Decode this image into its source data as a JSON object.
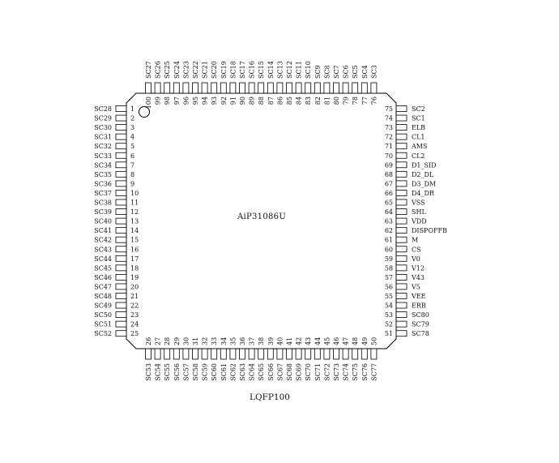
{
  "chip": {
    "name": "AiP31086U",
    "package": "LQFP100"
  },
  "pins": {
    "left": [
      {
        "num": "1",
        "name": "SC28"
      },
      {
        "num": "2",
        "name": "SC29"
      },
      {
        "num": "3",
        "name": "SC30"
      },
      {
        "num": "4",
        "name": "SC31"
      },
      {
        "num": "5",
        "name": "SC32"
      },
      {
        "num": "6",
        "name": "SC33"
      },
      {
        "num": "7",
        "name": "SC34"
      },
      {
        "num": "8",
        "name": "SC35"
      },
      {
        "num": "9",
        "name": "SC36"
      },
      {
        "num": "10",
        "name": "SC37"
      },
      {
        "num": "11",
        "name": "SC38"
      },
      {
        "num": "12",
        "name": "SC39"
      },
      {
        "num": "13",
        "name": "SC40"
      },
      {
        "num": "14",
        "name": "SC41"
      },
      {
        "num": "15",
        "name": "SC42"
      },
      {
        "num": "16",
        "name": "SC43"
      },
      {
        "num": "17",
        "name": "SC44"
      },
      {
        "num": "18",
        "name": "SC45"
      },
      {
        "num": "19",
        "name": "SC46"
      },
      {
        "num": "20",
        "name": "SC47"
      },
      {
        "num": "21",
        "name": "SC48"
      },
      {
        "num": "22",
        "name": "SC49"
      },
      {
        "num": "23",
        "name": "SC50"
      },
      {
        "num": "24",
        "name": "SC51"
      },
      {
        "num": "25",
        "name": "SC52"
      }
    ],
    "bottom": [
      {
        "num": "26",
        "name": "SC53"
      },
      {
        "num": "27",
        "name": "SC54"
      },
      {
        "num": "28",
        "name": "SC55"
      },
      {
        "num": "29",
        "name": "SC56"
      },
      {
        "num": "30",
        "name": "SC57"
      },
      {
        "num": "31",
        "name": "SC58"
      },
      {
        "num": "32",
        "name": "SC59"
      },
      {
        "num": "33",
        "name": "SC60"
      },
      {
        "num": "34",
        "name": "SC61"
      },
      {
        "num": "35",
        "name": "SC62"
      },
      {
        "num": "36",
        "name": "SC63"
      },
      {
        "num": "37",
        "name": "SC64"
      },
      {
        "num": "38",
        "name": "SC65"
      },
      {
        "num": "39",
        "name": "SC66"
      },
      {
        "num": "40",
        "name": "SC67"
      },
      {
        "num": "41",
        "name": "SC68"
      },
      {
        "num": "42",
        "name": "SC69"
      },
      {
        "num": "43",
        "name": "SC70"
      },
      {
        "num": "44",
        "name": "SC71"
      },
      {
        "num": "45",
        "name": "SC72"
      },
      {
        "num": "46",
        "name": "SC73"
      },
      {
        "num": "47",
        "name": "SC74"
      },
      {
        "num": "48",
        "name": "SC75"
      },
      {
        "num": "49",
        "name": "SC76"
      },
      {
        "num": "50",
        "name": "SC77"
      }
    ],
    "right": [
      {
        "num": "75",
        "name": "SC2"
      },
      {
        "num": "74",
        "name": "SC1"
      },
      {
        "num": "73",
        "name": "ELB"
      },
      {
        "num": "72",
        "name": "CL1"
      },
      {
        "num": "71",
        "name": "AMS"
      },
      {
        "num": "70",
        "name": "CL2"
      },
      {
        "num": "69",
        "name": "D1_SID"
      },
      {
        "num": "68",
        "name": "D2_DL"
      },
      {
        "num": "67",
        "name": "D3_DM"
      },
      {
        "num": "66",
        "name": "D4_DR"
      },
      {
        "num": "65",
        "name": "VSS"
      },
      {
        "num": "64",
        "name": "SHL"
      },
      {
        "num": "63",
        "name": "VDD"
      },
      {
        "num": "62",
        "name": "DISPOFFB"
      },
      {
        "num": "61",
        "name": "M"
      },
      {
        "num": "60",
        "name": "CS"
      },
      {
        "num": "59",
        "name": "V0"
      },
      {
        "num": "58",
        "name": "V12"
      },
      {
        "num": "57",
        "name": "V43"
      },
      {
        "num": "56",
        "name": "V5"
      },
      {
        "num": "55",
        "name": "VEE"
      },
      {
        "num": "54",
        "name": "ERB"
      },
      {
        "num": "53",
        "name": "SC80"
      },
      {
        "num": "52",
        "name": "SC79"
      },
      {
        "num": "51",
        "name": "SC78"
      }
    ],
    "top": [
      {
        "num": "100",
        "name": "SC27"
      },
      {
        "num": "99",
        "name": "SC26"
      },
      {
        "num": "98",
        "name": "SC25"
      },
      {
        "num": "97",
        "name": "SC24"
      },
      {
        "num": "96",
        "name": "SC23"
      },
      {
        "num": "95",
        "name": "SC22"
      },
      {
        "num": "94",
        "name": "SC21"
      },
      {
        "num": "93",
        "name": "SC20"
      },
      {
        "num": "92",
        "name": "SC19"
      },
      {
        "num": "91",
        "name": "SC18"
      },
      {
        "num": "90",
        "name": "SC17"
      },
      {
        "num": "89",
        "name": "SC16"
      },
      {
        "num": "88",
        "name": "SC15"
      },
      {
        "num": "87",
        "name": "SC14"
      },
      {
        "num": "86",
        "name": "SC13"
      },
      {
        "num": "85",
        "name": "SC12"
      },
      {
        "num": "84",
        "name": "SC11"
      },
      {
        "num": "83",
        "name": "SC10"
      },
      {
        "num": "82",
        "name": "SC9"
      },
      {
        "num": "81",
        "name": "SC8"
      },
      {
        "num": "80",
        "name": "SC7"
      },
      {
        "num": "79",
        "name": "SC6"
      },
      {
        "num": "78",
        "name": "SC5"
      },
      {
        "num": "77",
        "name": "SC4"
      },
      {
        "num": "76",
        "name": "SC3"
      }
    ]
  }
}
